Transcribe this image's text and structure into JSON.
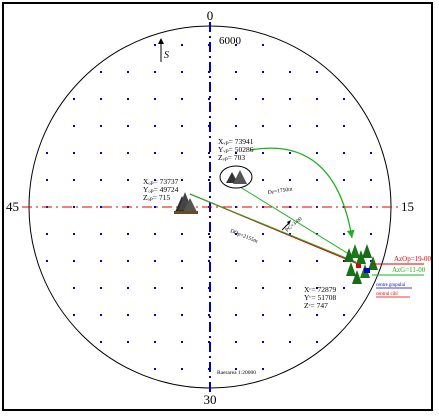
{
  "directions": {
    "north": "0",
    "north_value": "6000",
    "west": "45",
    "east": "15",
    "south": "30"
  },
  "north_arrow": "S",
  "observation_point": {
    "x": "Xₒ₍ = 73737",
    "x_label": "XOP",
    "lines": [
      "Xₒₚ= 73737",
      "Yₒₚ= 49724",
      "Zₒₚ= 715"
    ]
  },
  "target_point": {
    "lines": [
      "Xᵥₚ= 73941",
      "Yᵥₚ= 50286",
      "Zᵥₚ= 703"
    ]
  },
  "center_point": {
    "lines": [
      "Xᶜ= 72879",
      "Yᶜ= 51708",
      "Zᶜ= 747"
    ]
  },
  "distance_op": "DOp=2155m",
  "distance_d": "Dz=1750m",
  "correction": "PC=3-00",
  "az_op": "AzOp=19-00",
  "az_g": "AzG=11-00",
  "legend_group": "centre grupului",
  "legend_center": "centrul cibl",
  "scale": "Raerarea 1:20000",
  "colors": {
    "red": "#e00000",
    "green": "#20b020",
    "blue": "#0000cc"
  }
}
